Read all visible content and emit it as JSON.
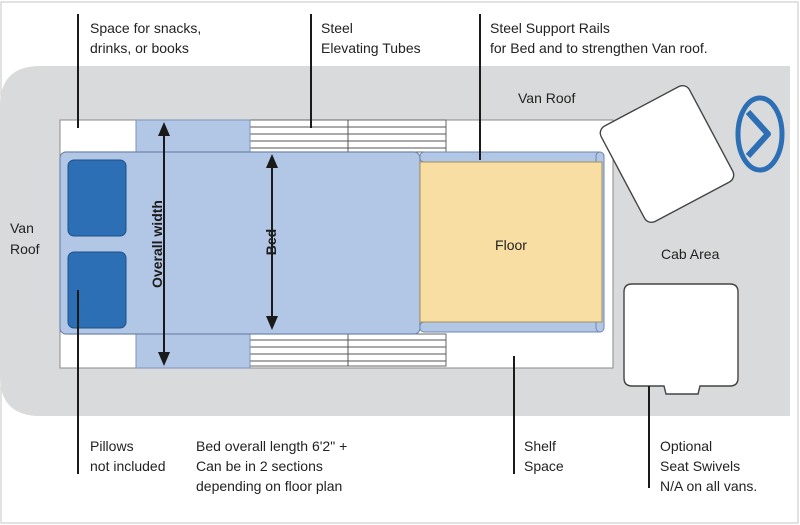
{
  "labels": {
    "snacks_line1": "Space for snacks,",
    "snacks_line2": "drinks, or books",
    "tubes_line1": "Steel",
    "tubes_line2": "Elevating Tubes",
    "rails_line1": "Steel Support Rails",
    "rails_line2": "for Bed and to strengthen Van roof.",
    "van_roof_top": "Van Roof",
    "van_roof_left_line1": "Van",
    "van_roof_left_line2": "Roof",
    "overall_width": "Overall width",
    "bed": "Bed",
    "floor": "Floor",
    "cab_area": "Cab Area",
    "pillows_line1": "Pillows",
    "pillows_line2": "not included",
    "length_line1": "Bed overall length 6'2\" +",
    "length_line2": "Can be in 2 sections",
    "length_line3": "depending on floor plan",
    "shelf_line1": "Shelf",
    "shelf_line2": "Space",
    "swivels_line1": "Optional",
    "swivels_line2": "Seat Swivels",
    "swivels_line3": "N/A on all vans."
  },
  "colors": {
    "van_body": "#d9dadb",
    "bed": "#b2c7e6",
    "pillow": "#2d6fb5",
    "floor": "#f8dea3",
    "steering": "#2d6fb5",
    "line": "#1a1a1a"
  }
}
